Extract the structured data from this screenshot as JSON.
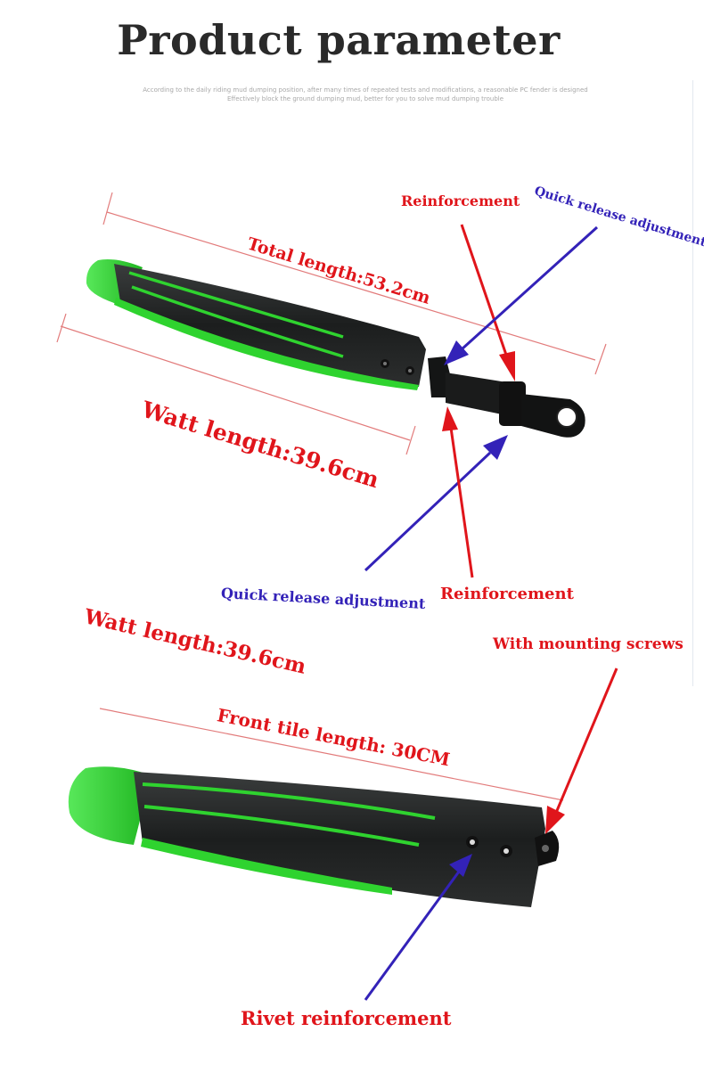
{
  "header": {
    "title": "Product parameter",
    "subtitle_line1": "According to the daily riding mud dumping position, after many times of repeated tests and modifications, a reasonable PC fender is designed",
    "subtitle_line2": "Effectively block the ground dumping mud, better for you to solve mud dumping trouble"
  },
  "rear_fender": {
    "total_length": "Total length:53.2cm",
    "watt_length": "Watt length:39.6cm",
    "reinforcement_top": "Reinforcement",
    "quick_release_top": "Quick release adjustment",
    "quick_release_bottom": "Quick release adjustment",
    "reinforcement_bottom": "Reinforcement"
  },
  "front_fender": {
    "watt_length": "Watt length:39.6cm",
    "mounting_screws": "With mounting screws",
    "front_tile_length": "Front tile length: 30CM",
    "rivet": "Rivet reinforcement"
  },
  "colors": {
    "fender_green": "#2fd32f",
    "fender_black": "#1e2020",
    "label_red": "#e0151b",
    "label_blue": "#3322b8"
  }
}
